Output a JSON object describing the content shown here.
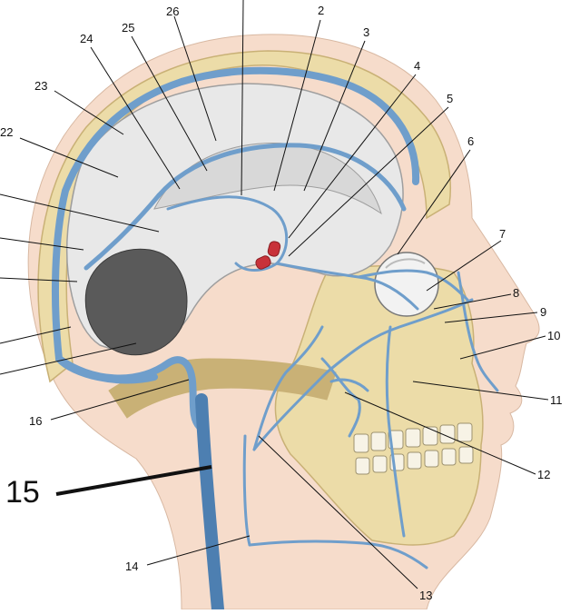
{
  "diagram": {
    "colors": {
      "skin": "#f6dccb",
      "bone": "#ecdca8",
      "bone_shadow": "#c9b176",
      "brain": "#e8e8e8",
      "brain_shadow": "#9e9e9e",
      "vein": "#6f9ecb",
      "vein_dark": "#4d7fb1",
      "artery": "#c8323a",
      "line": "#111111"
    },
    "labels": {
      "l2": "2",
      "l3": "3",
      "l4": "4",
      "l5": "5",
      "l6": "6",
      "l7": "7",
      "l8": "8",
      "l9": "9",
      "l10": "10",
      "l11": "11",
      "l12": "12",
      "l13": "13",
      "l14": "14",
      "l15": "15",
      "l16": "16",
      "l22": "22",
      "l23": "23",
      "l24": "24",
      "l25": "25",
      "l26": "26"
    }
  }
}
